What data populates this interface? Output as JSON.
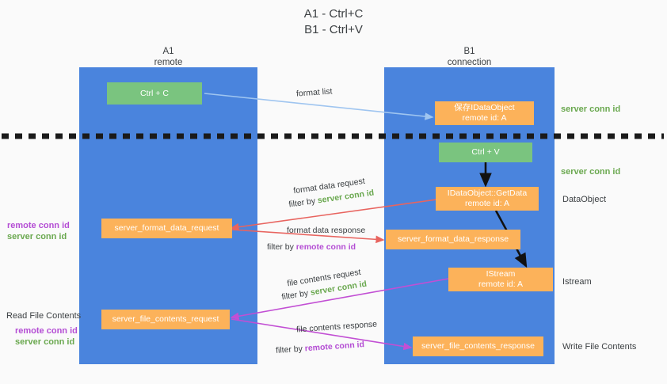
{
  "diagram": {
    "title": "A1 - Ctrl+C\nB1 - Ctrl+V",
    "background_color": "#fafafa",
    "columns": [
      {
        "id": "A1",
        "header": "A1\nremote",
        "color": "#4a84dd"
      },
      {
        "id": "B1",
        "header": "B1\nconnection",
        "color": "#4a84dd"
      }
    ],
    "colors": {
      "column_blue": "#4a84dd",
      "green_box": "#7ac47f",
      "orange_box": "#fcb25a",
      "server_conn_id": "#6aa84f",
      "remote_conn_id": "#b44dd4",
      "arrow_light_blue": "#9fc5f0",
      "arrow_red": "#e8645f",
      "arrow_purple": "#c24fd4",
      "arrow_black": "#111111",
      "text": "#3c4043"
    },
    "nodes": [
      {
        "name": "ctrl-c",
        "label": "Ctrl + C",
        "style": "green",
        "column": "A1"
      },
      {
        "name": "save-idataobject",
        "label": "保存IDataObject\nremote id: A",
        "style": "orange",
        "column": "B1"
      },
      {
        "name": "ctrl-v",
        "label": "Ctrl + V",
        "style": "green",
        "column": "B1"
      },
      {
        "name": "idataobject-getdata",
        "label": "IDataObject::GetData\nremote id: A",
        "style": "orange",
        "column": "B1"
      },
      {
        "name": "server-format-data-request",
        "label": "server_format_data_request",
        "style": "orange",
        "column": "A1"
      },
      {
        "name": "server-format-data-response",
        "label": "server_format_data_response",
        "style": "orange",
        "column": "B1"
      },
      {
        "name": "istream",
        "label": "IStream\nremote id: A",
        "style": "orange",
        "column": "B1"
      },
      {
        "name": "server-file-contents-request",
        "label": "server_file_contents_request",
        "style": "orange",
        "column": "A1"
      },
      {
        "name": "server-file-contents-response",
        "label": "server_file_contents_response",
        "style": "orange",
        "column": "B1"
      }
    ],
    "edge_labels": {
      "format_list": "format list",
      "format_data_request": "format data request",
      "format_data_request_filter_prefix": "filter by ",
      "format_data_request_filter_value": "server conn id",
      "format_data_response": "format data response",
      "format_data_response_filter_prefix": "filter by ",
      "format_data_response_filter_value": "remote conn id",
      "file_contents_request": "file contents request",
      "file_contents_request_filter_prefix": "filter by ",
      "file_contents_request_filter_value": "server conn id",
      "file_contents_response": "file contents response",
      "file_contents_response_filter_prefix": "filter by ",
      "file_contents_response_filter_value": "remote conn id"
    },
    "right_annotations": [
      {
        "name": "server-conn-id-top",
        "text": "server conn id",
        "kind": "green"
      },
      {
        "name": "server-conn-id-second",
        "text": "server conn id",
        "kind": "green"
      },
      {
        "name": "dataobject",
        "text": "DataObject",
        "kind": "plain"
      },
      {
        "name": "istream-label",
        "text": "Istream",
        "kind": "plain"
      },
      {
        "name": "write-file-contents",
        "text": "Write File Contents",
        "kind": "plain"
      }
    ],
    "left_annotations": [
      {
        "name": "conn-ids-upper-remote",
        "text": "remote conn id",
        "kind": "purple"
      },
      {
        "name": "conn-ids-upper-server",
        "text": "server conn id",
        "kind": "green"
      },
      {
        "name": "read-file-contents",
        "text": "Read File Contents",
        "kind": "plain"
      },
      {
        "name": "conn-ids-lower-remote",
        "text": "remote conn id",
        "kind": "purple"
      },
      {
        "name": "conn-ids-lower-server",
        "text": "server conn id",
        "kind": "green"
      }
    ],
    "divider": {
      "name": "dashed-divider",
      "style": "dashed",
      "color": "#1a1a1a"
    }
  }
}
